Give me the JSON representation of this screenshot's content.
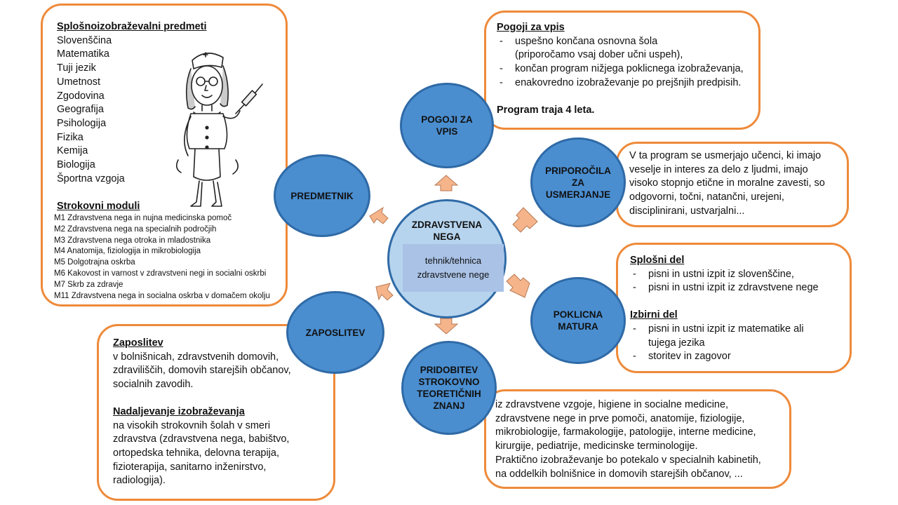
{
  "predmetnik_box": {
    "general_heading": "Splošnoizobraževalni predmeti",
    "general_subjects": [
      "Slovenščina",
      "Matematika",
      "Tuji jezik",
      "Umetnost",
      "Zgodovina",
      "Geografija",
      "Psihologija",
      "Fizika",
      "Kemija",
      "Biologija",
      "Športna vzgoja"
    ],
    "modules_heading": "Strokovni moduli",
    "modules": [
      "M1 Zdravstvena nega in nujna medicinska pomoč",
      "M2 Zdravstvena nega na specialnih področjih",
      "M3 Zdravstvena nega otroka in mladostnika",
      "M4 Anatomija, fiziologija in mikrobiologija",
      "M5 Dolgotrajna oskrba",
      "M6 Kakovost in varnost v zdravstveni negi in socialni oskrbi",
      "M7 Skrb za zdravje",
      "M11 Zdravstvena nega in socialna oskrba v domačem okolju"
    ]
  },
  "pogoji_box": {
    "heading": "Pogoji  za vpis",
    "items": [
      "uspešno končana osnovna šola",
      "končan program nižjega poklicnega izobraževanja,",
      "enakovredno izobraževanje po prejšnjih predpisih."
    ],
    "item1_cont": "(priporočamo vsaj dober učni uspeh),",
    "footer": "Program traja 4 leta."
  },
  "priporocila_box": {
    "lines": [
      "V ta program  se usmerjajo učenci, ki imajo",
      "veselje in interes za  delo z ljudmi, imajo",
      "visoko stopnjo etične in moralne zavesti, so",
      "odgovorni, točni, natančni, urejeni,",
      "disciplinirani, ustvarjalni..."
    ]
  },
  "matura_box": {
    "splosni_heading": "Splošni del",
    "splosni_items": [
      "pisni in ustni izpit iz slovenščine,",
      "pisni in ustni izpit iz zdravstvene nege"
    ],
    "izbirni_heading": "Izbirni del",
    "izbirni_item1": "pisni in ustni izpit iz matematike ali",
    "izbirni_item1_cont": "tujega jezika",
    "izbirni_item2": "storitev in zagovor"
  },
  "znanje_box": {
    "lines": [
      "iz zdravstvene vzgoje, higiene in socialne medicine,",
      "zdravstvene nege in prve pomoči, anatomije, fiziologije,",
      "mikrobiologije, farmakologije, patologije, interne medicine,",
      "kirurgije, pediatrije, medicinske terminologije.",
      "Praktično izobraževanje bo potekalo v specialnih kabinetih,",
      "na oddelkih bolnišnice in domovih starejših občanov, ..."
    ]
  },
  "zaposlitev_box": {
    "heading1": "Zaposlitev",
    "lines1": [
      "v bolnišnicah, zdravstvenih domovih,",
      "zdraviliščih, domovih starejših občanov,",
      "socialnih zavodih."
    ],
    "heading2": "Nadaljevanje izobraževanja",
    "lines2": [
      "na visokih strokovnih šolah v smeri",
      "zdravstva (zdravstvena nega, babištvo,",
      "ortopedska tehnika, delovna terapija,",
      "fizioterapija, sanitarno inženirstvo,",
      "radiologija)."
    ]
  },
  "nodes": {
    "center_title": "ZDRAVSTVENA NEGA",
    "center_subtitle": "tehnik/tehnica zdravstvene nege",
    "pogoji": "POGOJI ZA VPIS",
    "priporocila": "PRIPOROČILA ZA USMERJANJE",
    "matura": "POKLICNA MATURA",
    "pridobitev": "PRIDOBITEV STROKOVNO TEORETIČNIH ZNANJ",
    "zaposlitev": "ZAPOSLITEV",
    "predmetnik": "PREDMETNIK"
  },
  "colors": {
    "box_border": "#ee8a3a",
    "node_fill": "#4a8ed0",
    "node_border": "#2f6aa6",
    "center_fill": "#b6d4ee",
    "arrow_fill": "#f5b48a"
  },
  "illustration": "nurse-cartoon"
}
